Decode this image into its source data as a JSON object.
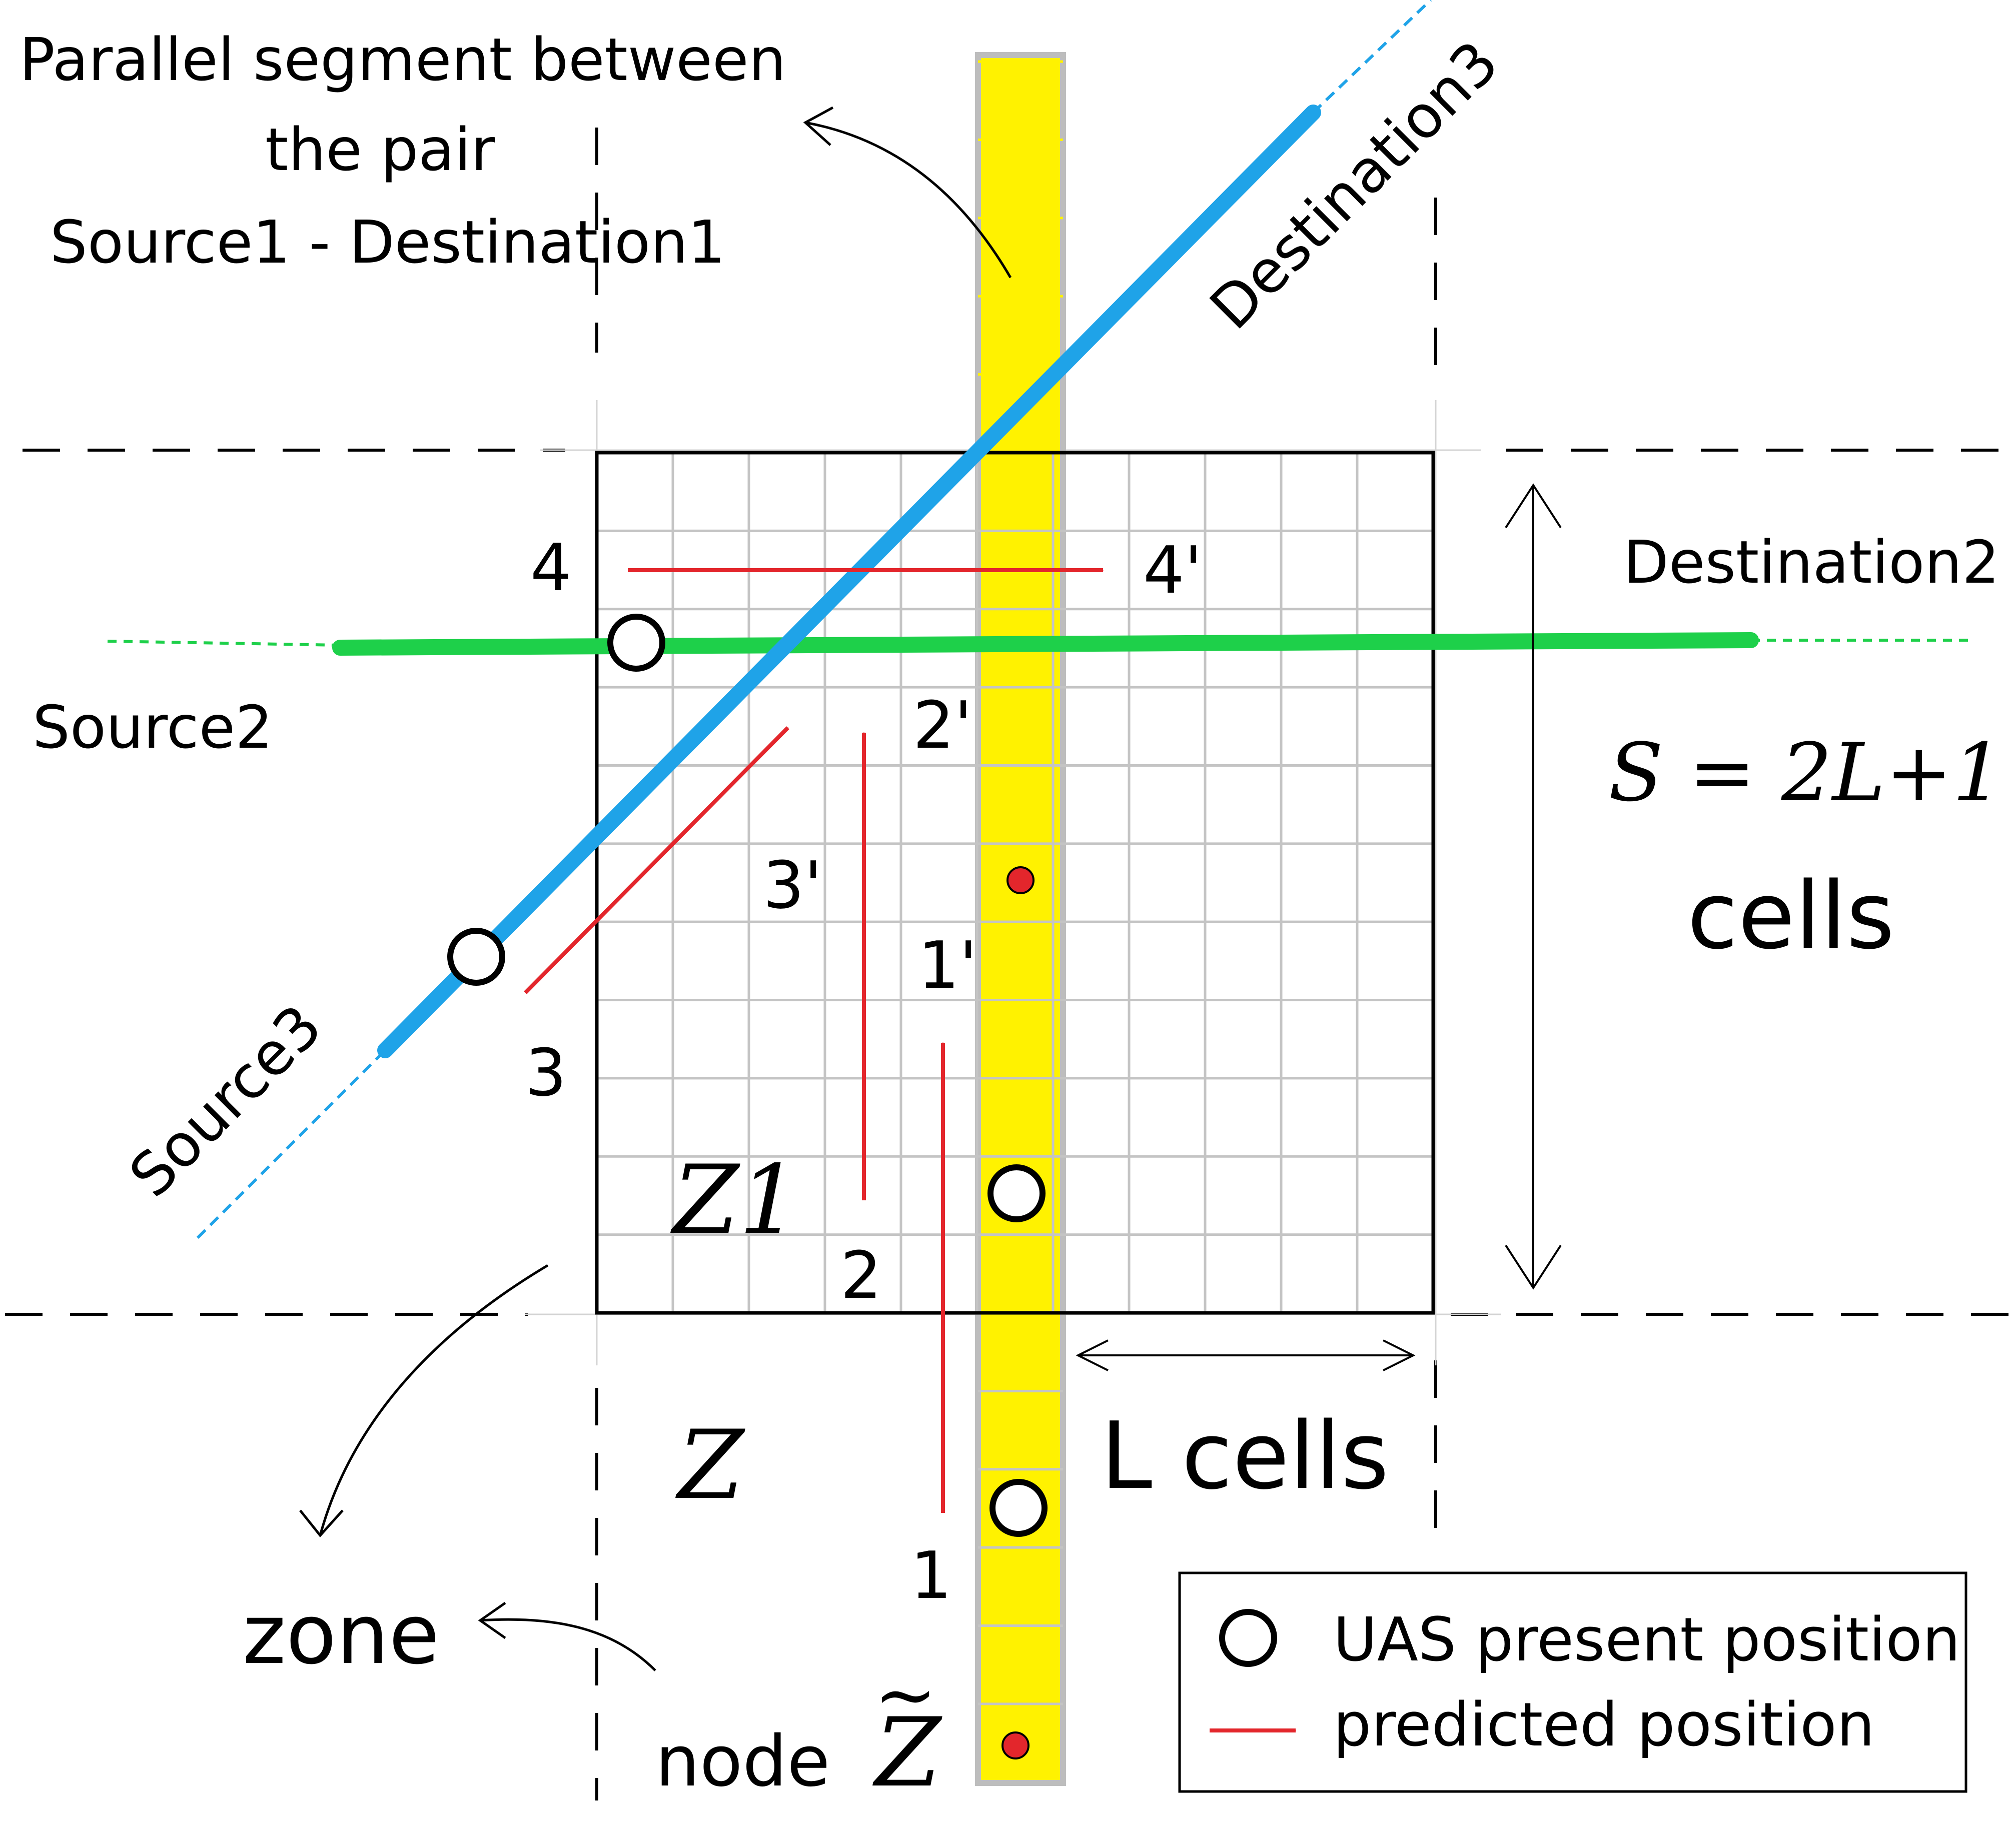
{
  "labels": {
    "parallel_line1": "Parallel segment between",
    "parallel_line2": "the pair",
    "parallel_line3": "Source1 - Destination1",
    "destination3": "Destination3",
    "destination2": "Destination2",
    "source2": "Source2",
    "source3": "Source3",
    "s_formula": "S = 2L+1",
    "cells": "cells",
    "l_cells": "L cells",
    "zone": "zone",
    "node": "node",
    "z_tilde": "Z",
    "tilde": "~",
    "z1": "Z1",
    "z": "Z"
  },
  "path_labels": {
    "p1": "1",
    "p1p": "1'",
    "p2": "2",
    "p2p": "2'",
    "p3": "3",
    "p3p": "3'",
    "p4": "4",
    "p4p": "4'"
  },
  "legend": {
    "uas_present": "UAS present position",
    "predicted": "predicted position"
  },
  "colors": {
    "yellow_corridor": "#fff200",
    "corridor_border": "#bdbdbd",
    "blue_path": "#1fa3e8",
    "green_path": "#1ed04a",
    "red_arrow": "#e3262c",
    "grid_line": "#c4c4c4"
  }
}
